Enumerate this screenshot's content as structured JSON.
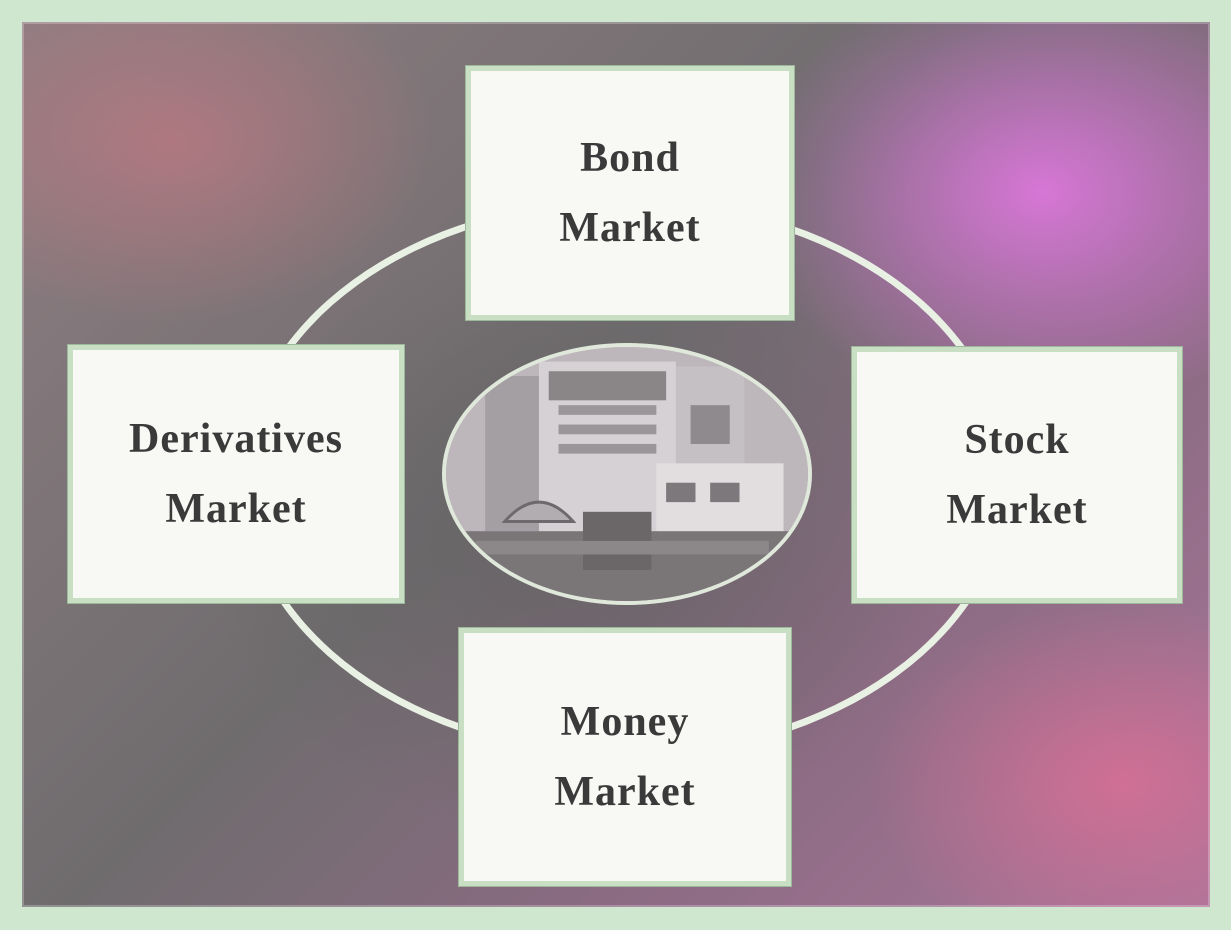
{
  "diagram": {
    "center_image": "stock-exchange-building",
    "nodes": [
      {
        "id": "bond",
        "lines": [
          "Bond",
          "Market"
        ]
      },
      {
        "id": "stock",
        "lines": [
          "Stock",
          "Market"
        ]
      },
      {
        "id": "money",
        "lines": [
          "Money",
          "Market"
        ]
      },
      {
        "id": "derivatives",
        "lines": [
          "Derivatives",
          "Market"
        ]
      }
    ],
    "colors": {
      "box_fill": "#f8f8f5",
      "box_border": "#c9dfc4",
      "ring": "#e9f0e4",
      "text": "#3a3a3a"
    }
  }
}
